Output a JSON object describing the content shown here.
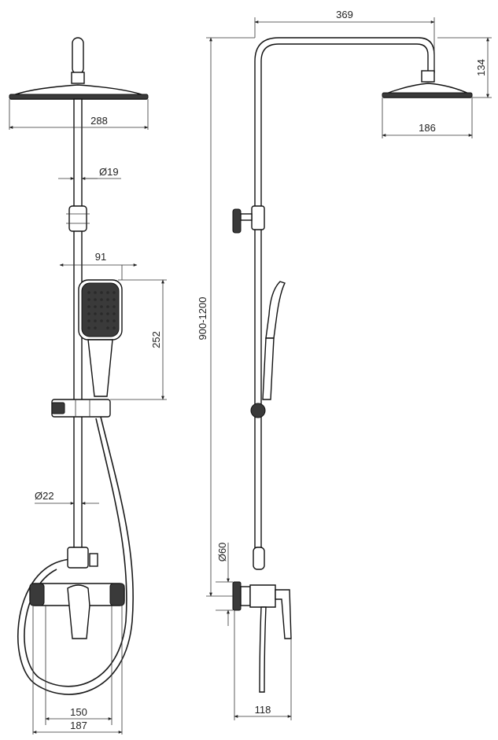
{
  "dimensions": {
    "arm_reach": "369",
    "side_head_height": "134",
    "side_head_width": "186",
    "head_width": "288",
    "rail_diameter": "Ø19",
    "handshower_width": "91",
    "handshower_length": "252",
    "total_height": "900-1200",
    "pipe_diameter": "Ø22",
    "mixer_diameter": "Ø60",
    "wall_spacing": "150",
    "mixer_width": "187",
    "wall_depth": "118"
  },
  "colors": {
    "line": "#1a1a1a",
    "fill_dark": "#3a3a3a"
  }
}
